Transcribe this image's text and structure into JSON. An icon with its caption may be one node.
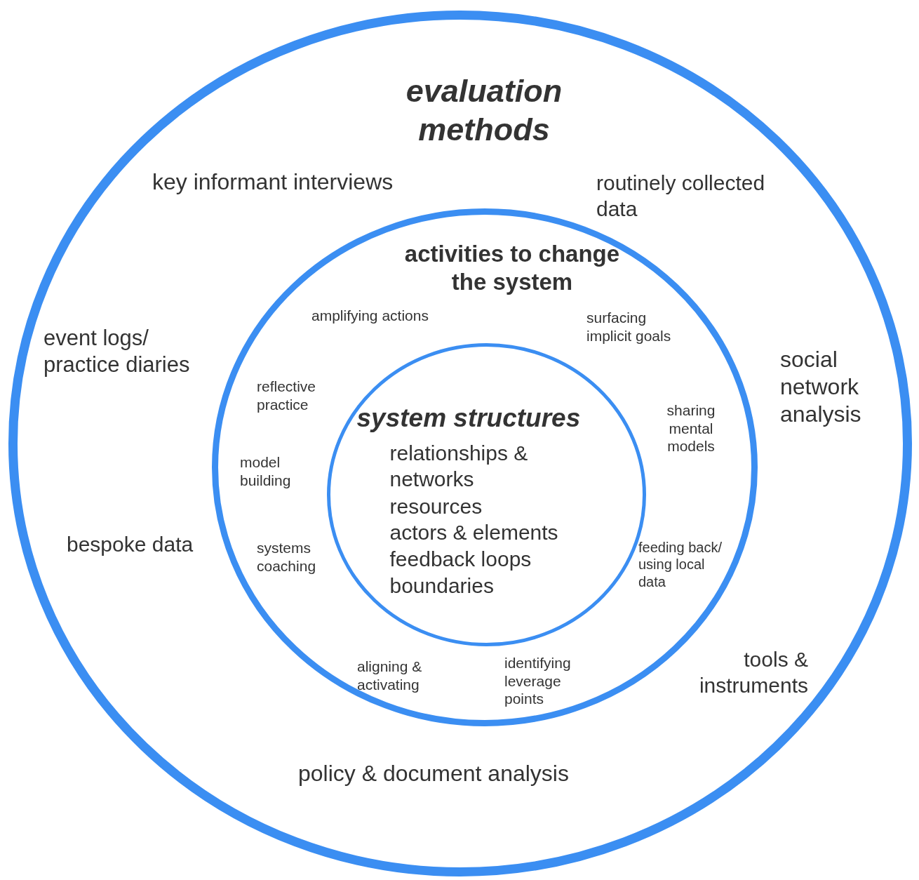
{
  "diagram": {
    "nodes": [
      {
        "text": [
          "evaluation methods",
          "key informant interviews",
          "routinely collected data",
          "event logs/ practice diaries",
          "social network analysis",
          "bespoke data",
          "tools & instruments",
          "policy & document analysis"
        ]
      },
      {
        "text": [
          "activities to change the system",
          "amplifying actions",
          "surfacing implicit goals",
          "reflective practice",
          "sharing mental models",
          "model building",
          "systems coaching",
          "feeding back/ using local data",
          "aligning & activating",
          "identifying leverage points"
        ],
        "in": 0
      },
      {
        "text": [
          "system structures",
          "relationships & networks",
          "resources",
          "actors & elements",
          "feedback loops",
          "boundaries"
        ],
        "in": 1
      }
    ]
  }
}
